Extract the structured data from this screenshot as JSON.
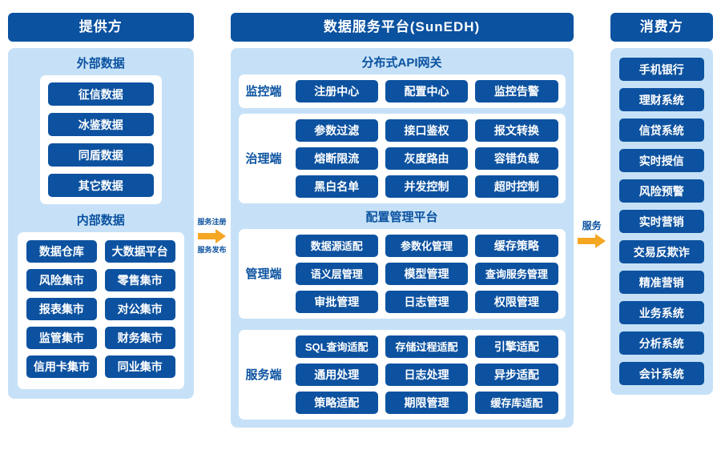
{
  "colors": {
    "header_blue": "#0b52a0",
    "pill_blue": "#0d52a0",
    "panel_light_blue": "#c6e1f7",
    "arrow_orange": "#f5a623",
    "white": "#ffffff"
  },
  "provider": {
    "header": "提供方",
    "external": {
      "title": "外部数据",
      "items": [
        "征信数据",
        "冰鉴数据",
        "同盾数据",
        "其它数据"
      ]
    },
    "internal": {
      "title": "内部数据",
      "items": [
        "数据仓库",
        "大数据平台",
        "风险集市",
        "零售集市",
        "报表集市",
        "对公集市",
        "监管集市",
        "财务集市",
        "信用卡集市",
        "同业集市"
      ]
    }
  },
  "connector_left": {
    "label_top": "服务注册",
    "label_bottom": "服务发布",
    "arrow": "arrow-right-icon"
  },
  "connector_right": {
    "label_top": "服务",
    "arrow": "arrow-right-icon"
  },
  "platform": {
    "header": "数据服务平台(SunEDH)",
    "groups": [
      {
        "title": "分布式API网关",
        "rows": [
          {
            "label": "监控端",
            "lines": [
              [
                "注册中心",
                "配置中心",
                "监控告警"
              ]
            ]
          },
          {
            "label": "治理端",
            "lines": [
              [
                "参数过滤",
                "接口鉴权",
                "报文转换"
              ],
              [
                "熔断限流",
                "灰度路由",
                "容错负载"
              ],
              [
                "黑白名单",
                "并发控制",
                "超时控制"
              ]
            ]
          }
        ]
      },
      {
        "title": "配置管理平台",
        "rows": [
          {
            "label": "管理端",
            "lines": [
              [
                "数据源适配",
                "参数化管理",
                "缓存策略"
              ],
              [
                "语义层管理",
                "模型管理",
                "查询服务管理"
              ],
              [
                "审批管理",
                "日志管理",
                "权限管理"
              ]
            ]
          }
        ]
      },
      {
        "title": "",
        "rows": [
          {
            "label": "服务端",
            "lines": [
              [
                "SQL查询适配",
                "存储过程适配",
                "引擎适配"
              ],
              [
                "通用处理",
                "日志处理",
                "异步适配"
              ],
              [
                "策略适配",
                "期限管理",
                "缓存库适配"
              ]
            ]
          }
        ]
      }
    ]
  },
  "consumer": {
    "header": "消费方",
    "items": [
      "手机银行",
      "理财系统",
      "信贷系统",
      "实时授信",
      "风险预警",
      "实时营销",
      "交易反欺诈",
      "精准营销",
      "业务系统",
      "分析系统",
      "会计系统"
    ]
  }
}
